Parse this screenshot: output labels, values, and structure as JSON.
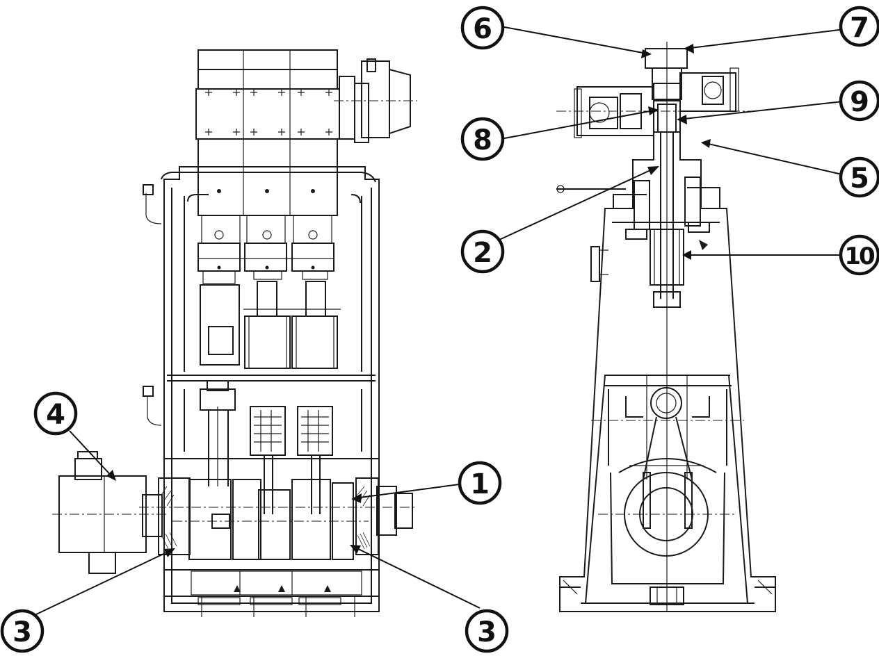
{
  "figure": {
    "views": [
      "front-section",
      "side-section"
    ]
  },
  "callouts": [
    {
      "id": "c1",
      "label": "①"
    },
    {
      "id": "c2",
      "label": "②"
    },
    {
      "id": "c3a",
      "label": "③"
    },
    {
      "id": "c3b",
      "label": "③"
    },
    {
      "id": "c4",
      "label": "④"
    },
    {
      "id": "c5",
      "label": "⑤"
    },
    {
      "id": "c6",
      "label": "⑥"
    },
    {
      "id": "c7",
      "label": "⑦"
    },
    {
      "id": "c8",
      "label": "⑧"
    },
    {
      "id": "c9",
      "label": "⑨"
    },
    {
      "id": "c10",
      "label": "⑩"
    }
  ],
  "colors": {
    "ink": "#1a1a1a",
    "paper": "#ffffff"
  }
}
